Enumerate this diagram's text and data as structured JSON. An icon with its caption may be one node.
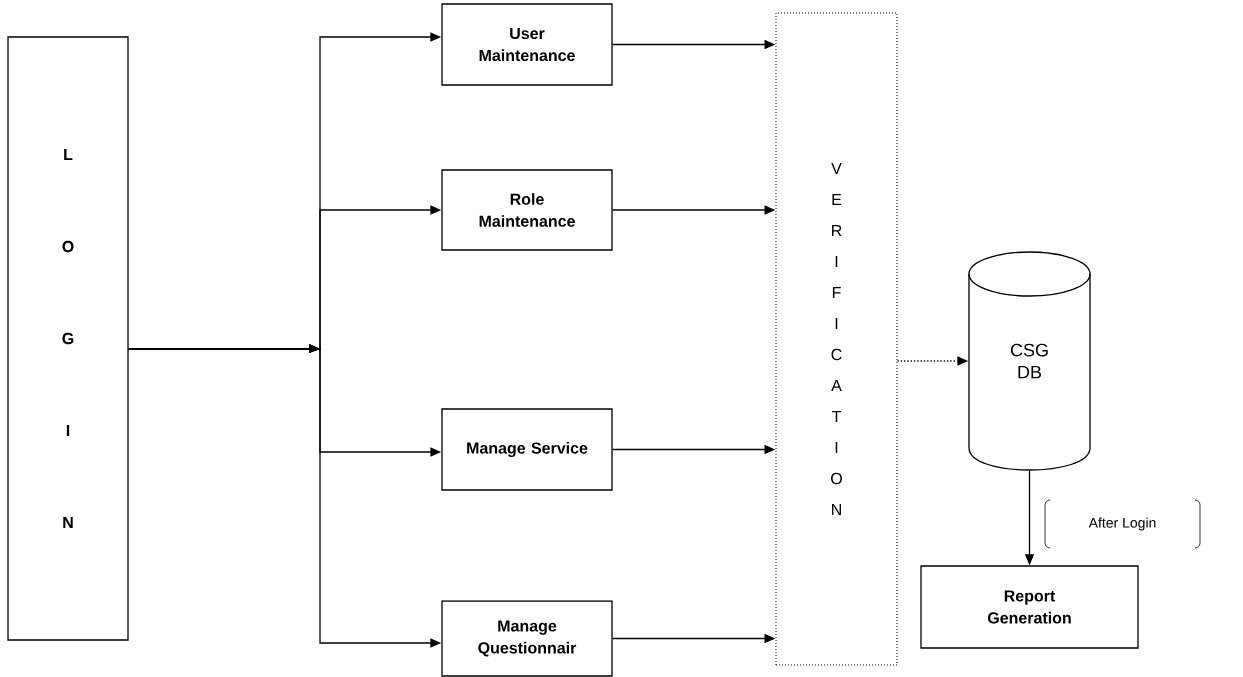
{
  "diagram": {
    "nodes": [
      {
        "text": [
          "L O G I N"
        ]
      },
      {
        "text": [
          "User Maintenance"
        ]
      },
      {
        "text": [
          "Role Maintenance"
        ]
      },
      {
        "text": [
          "Manage Service"
        ]
      },
      {
        "text": [
          "Manage Questionnair"
        ]
      },
      {
        "text": [
          "V E R I F I C A T I O N"
        ]
      },
      {
        "text": [
          "CSG DB"
        ]
      },
      {
        "text": [
          "Report Generation"
        ]
      }
    ],
    "edges": [
      {
        "from": 0,
        "to": 1,
        "arrow": "to"
      },
      {
        "from": 0,
        "to": 2,
        "arrow": "to"
      },
      {
        "from": 0,
        "to": 3,
        "arrow": "to"
      },
      {
        "from": 0,
        "to": 4,
        "arrow": "to"
      },
      {
        "from": 1,
        "to": 5,
        "arrow": "to"
      },
      {
        "from": 2,
        "to": 5,
        "arrow": "to"
      },
      {
        "from": 3,
        "to": 5,
        "arrow": "to"
      },
      {
        "from": 4,
        "to": 5,
        "arrow": "to"
      },
      {
        "from": 5,
        "to": 6,
        "arrow": "to",
        "style": "dashed"
      },
      {
        "from": 6,
        "to": 7,
        "arrow": "to",
        "label": "After Login"
      }
    ]
  }
}
